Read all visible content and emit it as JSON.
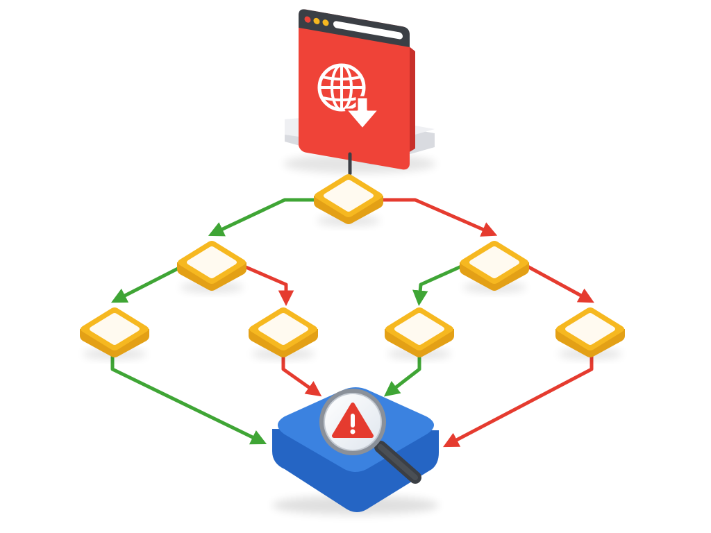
{
  "diagram": {
    "kind": "decision-flow",
    "source": {
      "icon": "browser-download-icon"
    },
    "target": {
      "icon": "magnifier-warning-icon"
    },
    "nodes": [
      {
        "id": "n1",
        "role": "decision"
      },
      {
        "id": "n2",
        "role": "decision"
      },
      {
        "id": "n3",
        "role": "decision"
      },
      {
        "id": "n4",
        "role": "decision"
      },
      {
        "id": "n5",
        "role": "decision"
      },
      {
        "id": "n6",
        "role": "decision"
      },
      {
        "id": "n7",
        "role": "decision"
      }
    ],
    "edges": [
      {
        "from": "source",
        "to": "n1",
        "kind": "neutral"
      },
      {
        "from": "n1",
        "to": "n2",
        "kind": "yes"
      },
      {
        "from": "n1",
        "to": "n3",
        "kind": "no"
      },
      {
        "from": "n2",
        "to": "n4",
        "kind": "yes"
      },
      {
        "from": "n2",
        "to": "n5",
        "kind": "no"
      },
      {
        "from": "n3",
        "to": "n6",
        "kind": "yes"
      },
      {
        "from": "n3",
        "to": "n7",
        "kind": "no"
      },
      {
        "from": "n4",
        "to": "target",
        "kind": "yes"
      },
      {
        "from": "n5",
        "to": "target",
        "kind": "no"
      },
      {
        "from": "n6",
        "to": "target",
        "kind": "yes"
      },
      {
        "from": "n7",
        "to": "target",
        "kind": "no"
      }
    ]
  },
  "colors": {
    "yes": "#3fa535",
    "no": "#e53b2f",
    "neutral": "#3b3f45",
    "node_fill": "#f6b820",
    "node_side": "#e3a016",
    "node_face": "#fffaf0",
    "browser": "#ef4338",
    "browser_bar": "#3b3f45",
    "platform": "#ecedf0",
    "target": "#3b82e0",
    "target_side": "#2565c4",
    "warning": "#e53b2f"
  }
}
